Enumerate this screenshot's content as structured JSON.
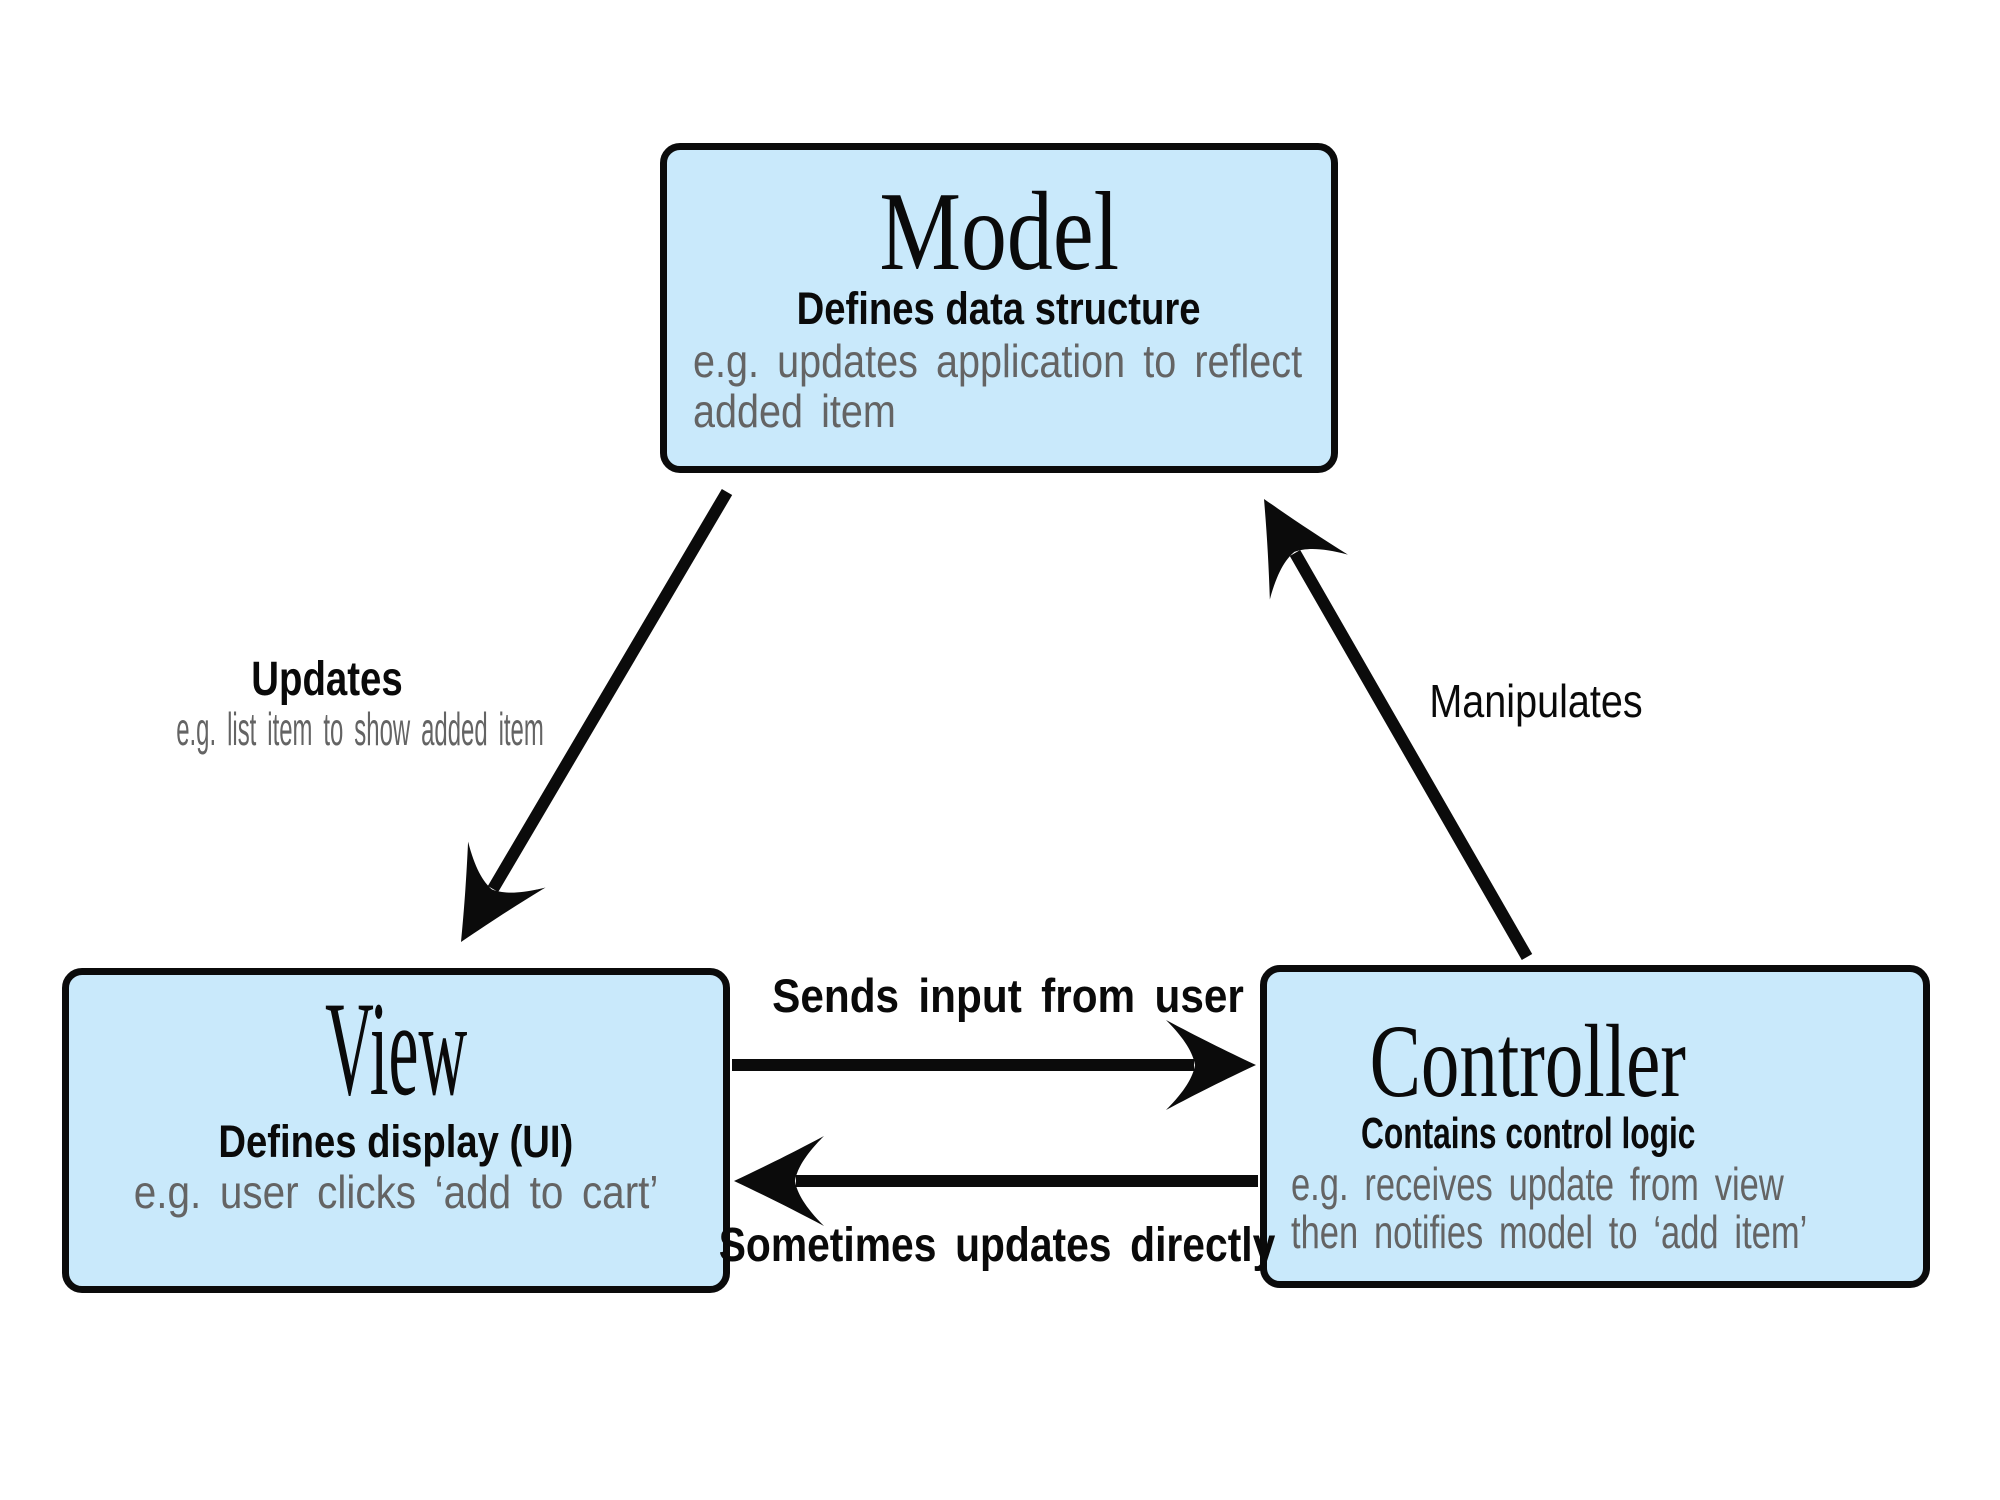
{
  "colors": {
    "background": "#ffffff",
    "node_fill": "#c9e9fb",
    "node_border": "#0b0b0b",
    "arrow": "#0b0b0b",
    "text_black": "#0a0a0a",
    "text_gray": "#646464"
  },
  "nodes": {
    "model": {
      "title": "Model",
      "subtitle": "Defines data structure",
      "example_lines": [
        "e.g. updates application to reflect",
        "added item"
      ]
    },
    "view": {
      "title": "View",
      "subtitle": "Defines display (UI)",
      "example_lines": [
        "e.g. user clicks ‘add to cart’"
      ]
    },
    "controller": {
      "title": "Controller",
      "subtitle": "Contains control logic",
      "example_lines": [
        "e.g. receives update from view",
        "then notifies model to ‘add item’"
      ]
    }
  },
  "edges": {
    "model_to_view": {
      "label": "Updates",
      "sublabel": "e.g. list item to show added item"
    },
    "controller_to_model": {
      "label": "Manipulates"
    },
    "view_to_controller": {
      "label": "Sends input from user"
    },
    "controller_to_view": {
      "label": "Sometimes updates directly"
    }
  }
}
